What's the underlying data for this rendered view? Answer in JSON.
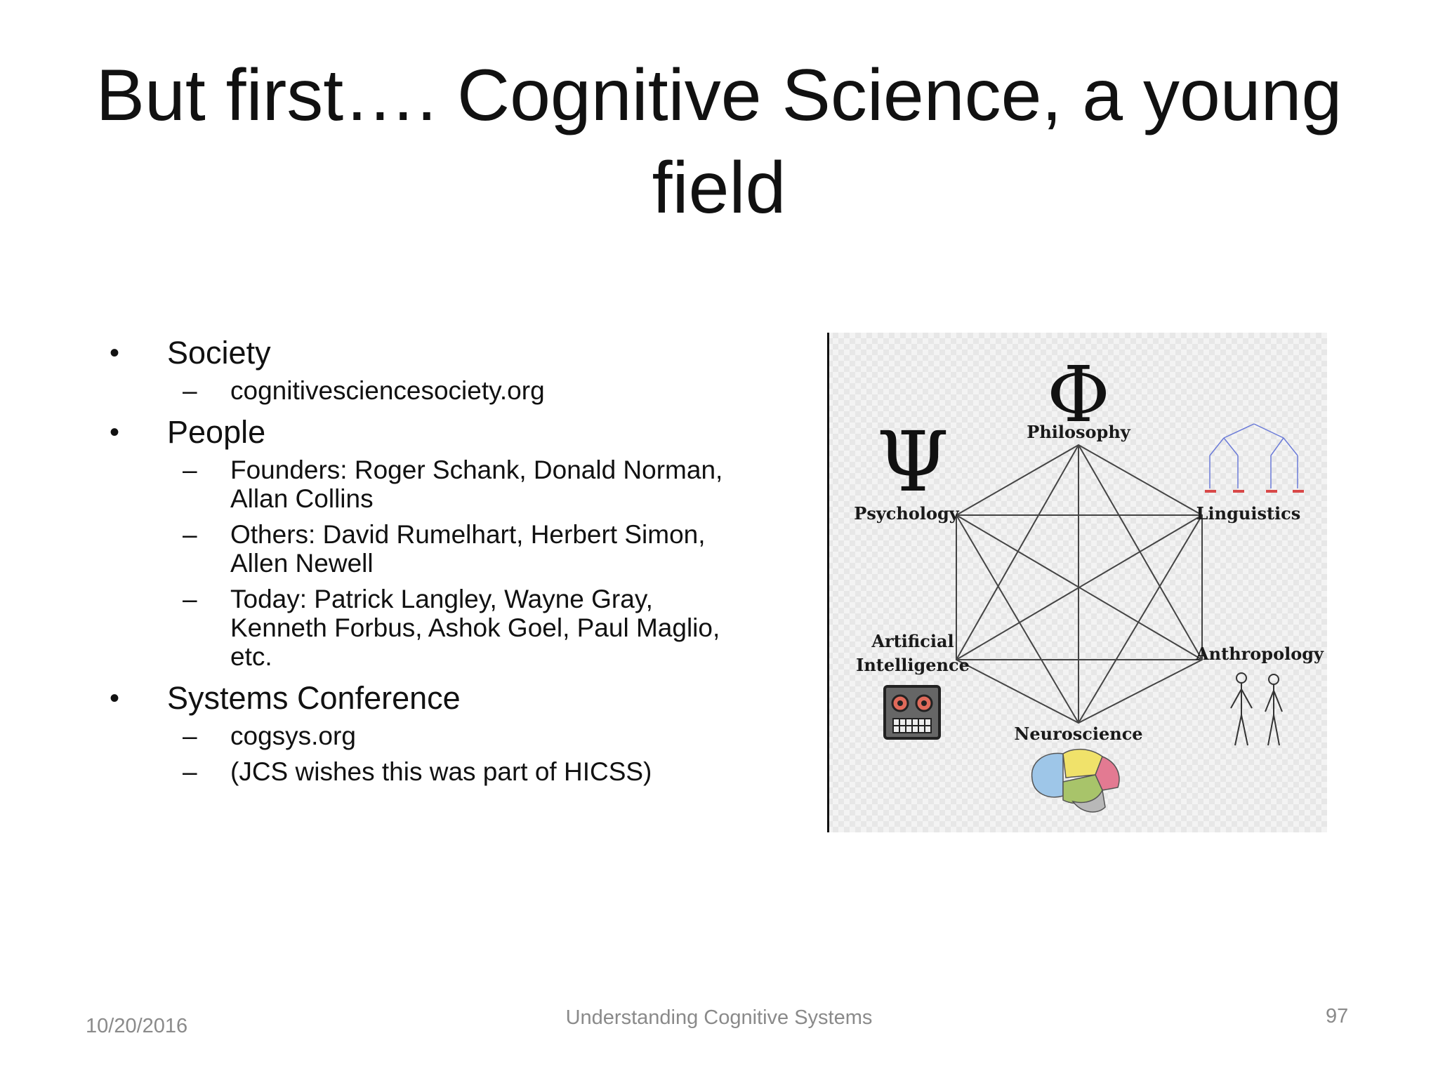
{
  "slide": {
    "title_line1": "But first…. Cognitive Science, a young",
    "title_line2": "field",
    "bullets": [
      {
        "label": "Society",
        "subs": [
          [
            "cognitivesciencesociety.org"
          ]
        ]
      },
      {
        "label": "People",
        "subs": [
          [
            "Founders: Roger Schank, Donald Norman,",
            "Allan Collins"
          ],
          [
            "Others: David Rumelhart, Herbert Simon,",
            "Allen Newell"
          ],
          [
            "Today: Patrick Langley, Wayne Gray,",
            "Kenneth Forbus, Ashok Goel, Paul Maglio,",
            "etc."
          ]
        ]
      },
      {
        "label": "Systems Conference",
        "subs": [
          [
            "cogsys.org"
          ],
          [
            "(JCS wishes this was part of HICSS)"
          ]
        ]
      }
    ],
    "bullet_mark": "•",
    "sub_mark": "–"
  },
  "figure": {
    "philosophy_symbol": "Φ",
    "psychology_symbol": "Ψ",
    "labels": {
      "philosophy": "Philosophy",
      "psychology": "Psychology",
      "linguistics": "Linguistics",
      "ai_line1": "Artificial",
      "ai_line2": "Intelligence",
      "anthropology": "Anthropology",
      "neuroscience": "Neuroscience"
    }
  },
  "footer": {
    "date": "10/20/2016",
    "center": "Understanding Cognitive Systems",
    "page": "97"
  }
}
